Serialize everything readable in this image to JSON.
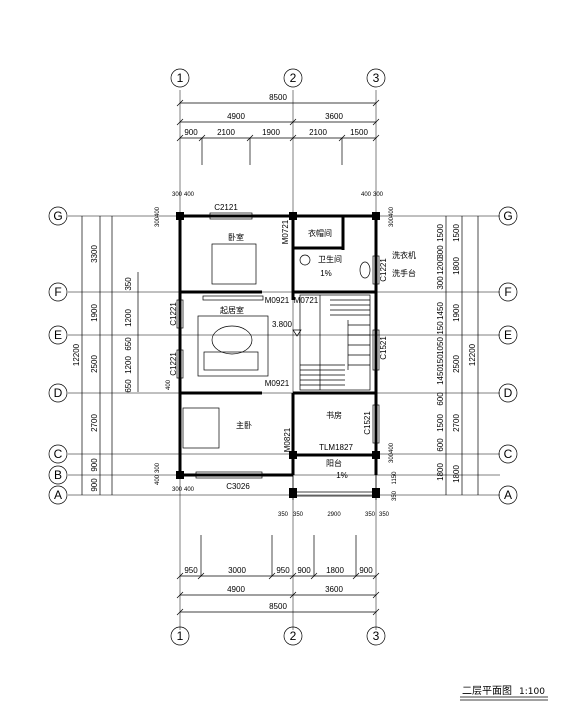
{
  "axes": {
    "numbers": [
      "1",
      "2",
      "3"
    ],
    "letters": [
      "G",
      "F",
      "E",
      "D",
      "C",
      "B",
      "A"
    ]
  },
  "dims": {
    "top_total": "8500",
    "top_mid": [
      "4900",
      "3600"
    ],
    "top_detail": [
      "900",
      "2100",
      "1900",
      "2100",
      "1500"
    ],
    "bottom_detail": [
      "950",
      "3000",
      "950",
      "900",
      "1800",
      "900"
    ],
    "bottom_mid": [
      "4900",
      "3600"
    ],
    "bottom_total": "8500",
    "left_outer": [
      "3300",
      "1900",
      "2500",
      "2700",
      "900",
      "900"
    ],
    "left_total": "12200",
    "left_inner": [
      "350",
      "1200",
      "650",
      "1200",
      "650"
    ],
    "right_inner": [
      "1500",
      "300",
      "1200",
      "300",
      "1450",
      "150",
      "1050",
      "150",
      "1450",
      "600",
      "1500",
      "600",
      "1800"
    ],
    "right_outer": [
      "1500",
      "1800",
      "1900",
      "2500",
      "2700",
      "1800"
    ],
    "right_total": "12200",
    "small": [
      "300",
      "400",
      "400",
      "300",
      "400",
      "300",
      "400",
      "300",
      "400",
      "350",
      "350",
      "2900",
      "350",
      "350",
      "300",
      "400",
      "1150",
      "350",
      "300",
      "400",
      "400",
      "300"
    ]
  },
  "rooms": {
    "bedroom_small": "卧室",
    "storage": "衣帽间",
    "bathroom": "卫生间",
    "bath_slope": "1%",
    "laundry": "洗衣机",
    "sink": "洗手台",
    "hall": "起居室",
    "level": "3.800",
    "master": "主卧",
    "study": "书房",
    "balcony": "阳台",
    "balcony_slope": "1%"
  },
  "codes": {
    "C2121": "C2121",
    "M0721a": "M0721",
    "M0721b": "M0721",
    "M0921a": "M0921",
    "M0921b": "M0921",
    "C1221a": "C1221",
    "C1221b": "C1221",
    "C1221c": "C1221",
    "C1521a": "C1521",
    "C1521b": "C1521",
    "M0821": "M0821",
    "TLM1827": "TLM1827",
    "C3026": "C3026"
  },
  "title": {
    "name": "二层平面图",
    "scale": "1:100"
  }
}
